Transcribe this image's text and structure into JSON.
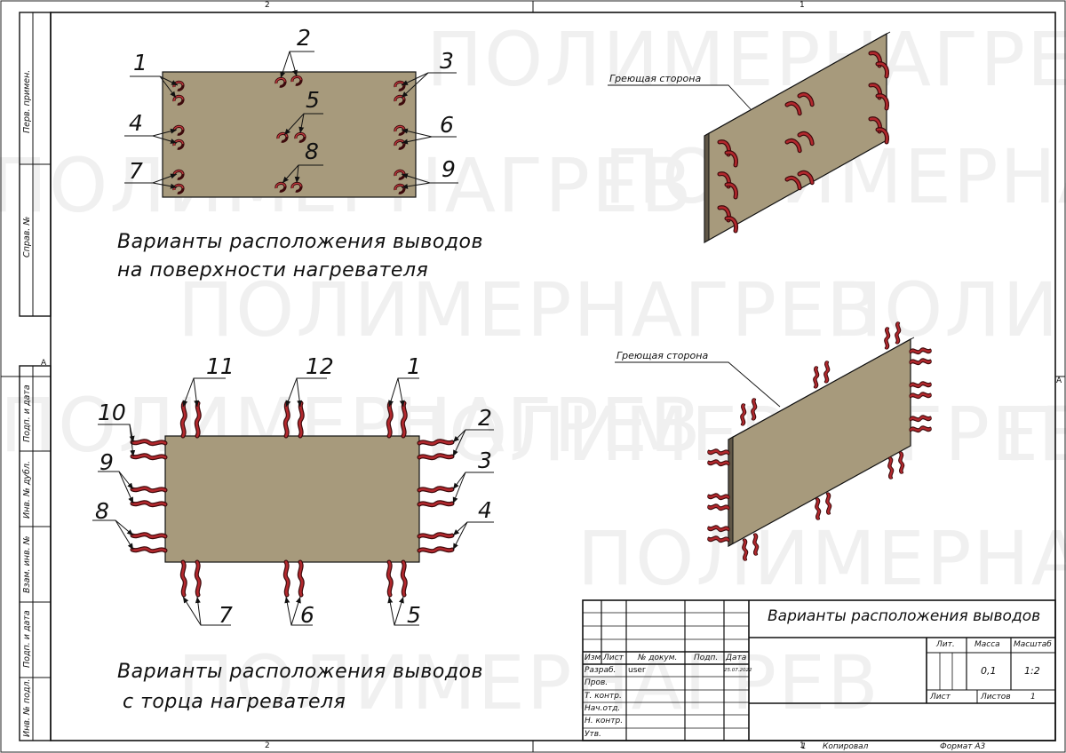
{
  "watermark": "ПОЛИМЕРНАГРЕВ",
  "zone_marks": {
    "top_left": "2",
    "top_right": "1",
    "bottom_left": "2",
    "bottom_right": "1",
    "left": "A",
    "right": "A"
  },
  "side_stamp": [
    "Перв. примен.",
    "Справ. №",
    "Подп. и дата",
    "Инв. № дубл.",
    "Взам. инв. №",
    "Подп. и дата",
    "Инв. № подл."
  ],
  "view_surface": {
    "labels": [
      "1",
      "2",
      "3",
      "4",
      "5",
      "6",
      "7",
      "8",
      "9"
    ],
    "caption_line1": "Варианты расположения выводов",
    "caption_line2": "на поверхности нагревателя"
  },
  "view_edge": {
    "labels": [
      "11",
      "12",
      "1",
      "10",
      "2",
      "9",
      "3",
      "8",
      "4",
      "7",
      "6",
      "5"
    ],
    "caption_line1": "Варианты расположения выводов",
    "caption_line2": "с торца нагревателя"
  },
  "iso": {
    "top_label": "Греющая сторона",
    "bottom_label": "Греющая сторона"
  },
  "title_block": {
    "title": "Варианты расположения выводов",
    "headers": {
      "izm": "Изм.",
      "list": "Лист",
      "doc": "№ докум.",
      "sign": "Подп.",
      "date": "Дата"
    },
    "rows": [
      "Разраб.",
      "Пров.",
      "Т. контр.",
      "Нач.отд.",
      "Н. контр.",
      "Утв."
    ],
    "developer": "user",
    "date_value": "25.07.2022",
    "lit": "Лит.",
    "mass_label": "Масса",
    "scale_label": "Масштаб",
    "mass_value": "0,1",
    "scale_value": "1:2",
    "sheet_label": "Лист",
    "sheets_label": "Листов",
    "sheets_value": "1"
  },
  "footer": {
    "copied": "Копировал",
    "format": "Формат А3",
    "page_num": "1"
  },
  "colors": {
    "plate": "#a79a7c",
    "plate_dark": "#8f8469",
    "lead": "#7a1418",
    "lead_hi": "#c23a3e",
    "watermark": "#f0f0f0"
  }
}
